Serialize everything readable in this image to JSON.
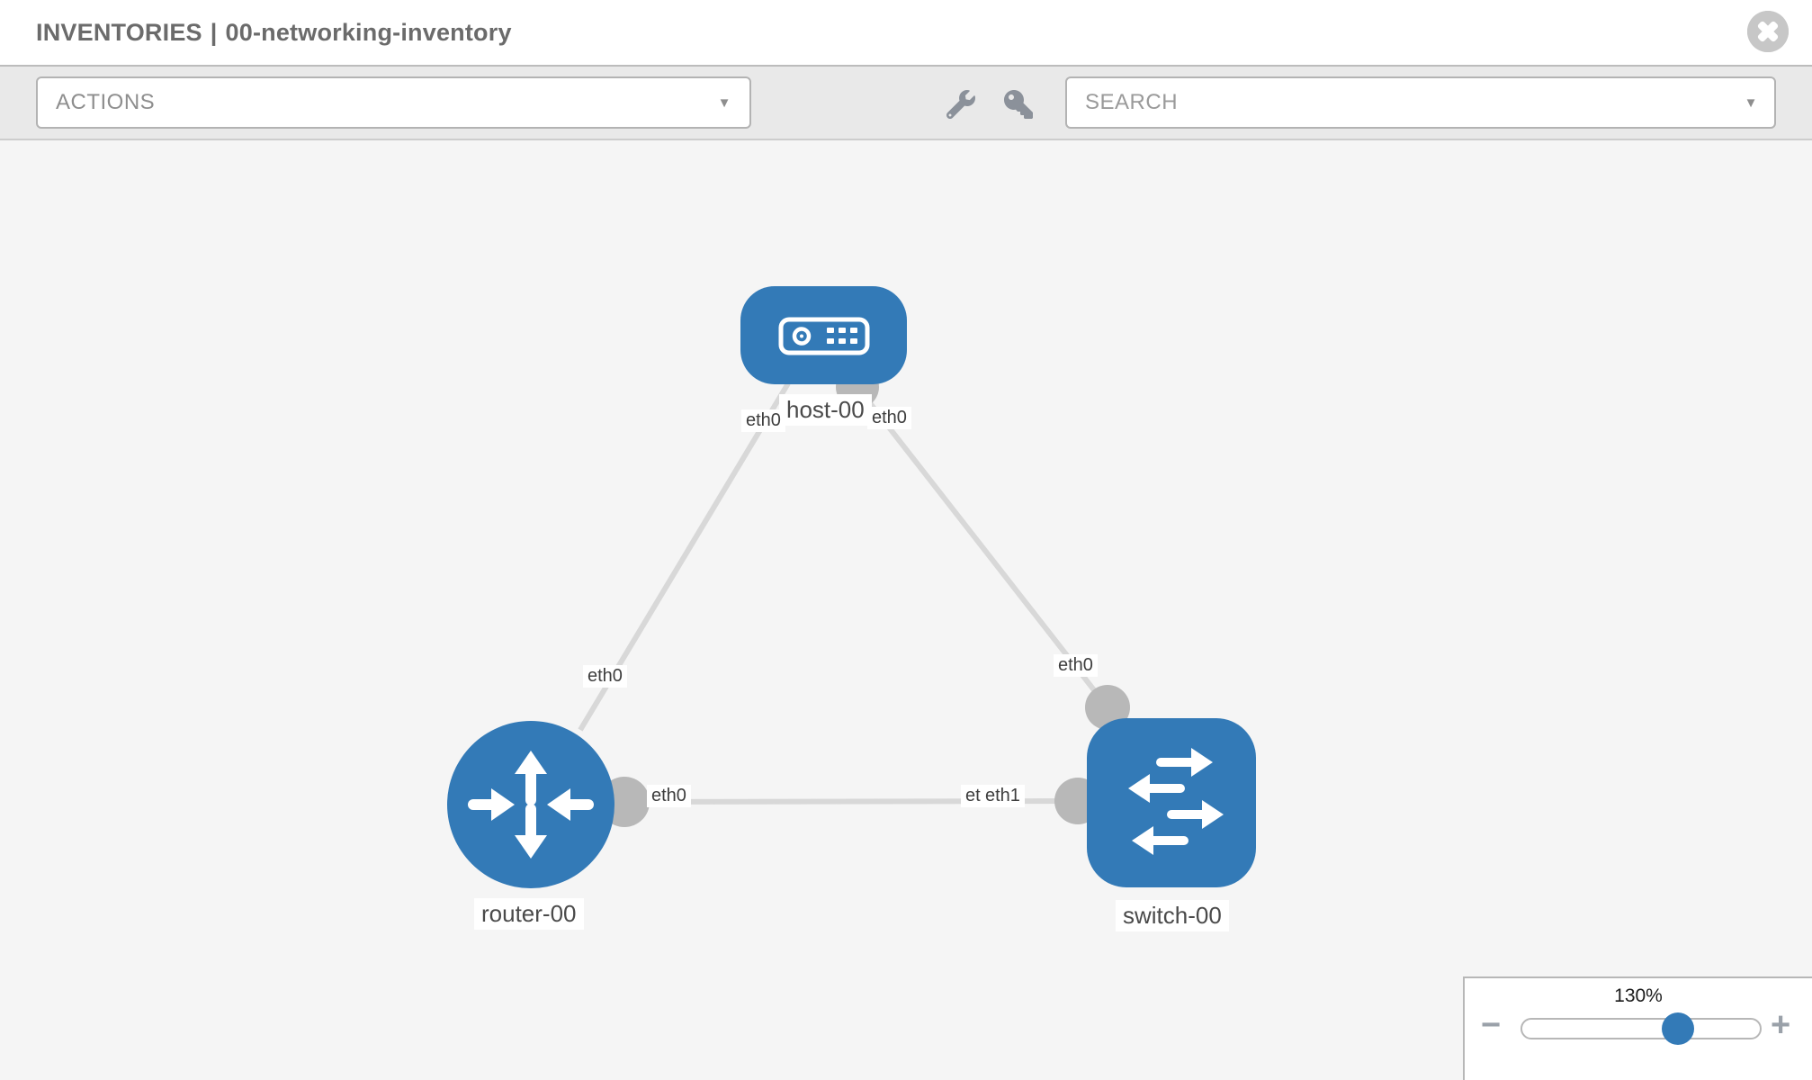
{
  "header": {
    "title_category": "INVENTORIES",
    "title_separator": "|",
    "title_name": "00-networking-inventory"
  },
  "toolbar": {
    "actions_label": "ACTIONS",
    "search_placeholder": "SEARCH"
  },
  "icons": {
    "caret_down": "▼",
    "minus": "−",
    "plus": "+"
  },
  "topology": {
    "nodes": [
      {
        "id": "host-00",
        "type": "host",
        "label": "host-00"
      },
      {
        "id": "router-00",
        "type": "router",
        "label": "router-00"
      },
      {
        "id": "switch-00",
        "type": "switch",
        "label": "switch-00"
      }
    ],
    "links": [
      {
        "source": "host-00",
        "target": "router-00",
        "source_interface": "eth0",
        "target_interface": "eth0"
      },
      {
        "source": "host-00",
        "target": "switch-00",
        "source_interface": "eth0",
        "target_interface": "eth0"
      },
      {
        "source": "router-00",
        "target": "switch-00",
        "source_interface": "eth0",
        "target_interface": "eth1",
        "target_interface_secondary": "eth0"
      }
    ]
  },
  "zoom_control": {
    "level": "130%"
  },
  "colors": {
    "node_blue": "#337ab7",
    "link_gray": "#d8d8d8",
    "connector_gray": "#b8b8b8",
    "canvas_bg": "#f5f5f5",
    "toolbar_bg": "#e9e9e9"
  }
}
